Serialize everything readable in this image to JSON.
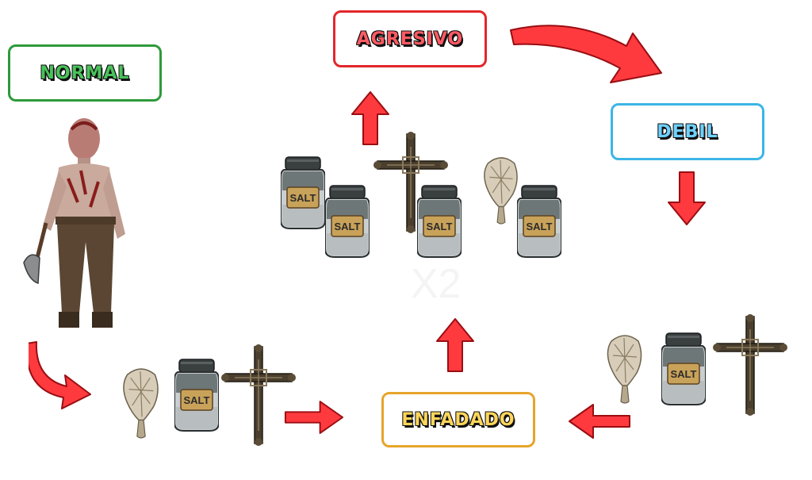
{
  "states": {
    "normal": "NORMAL",
    "agresivo": "AGRESIVO",
    "debil": "DEBIL",
    "enfadado": "ENFADADO"
  },
  "multiplier": "X2",
  "jar_label": "SALT",
  "icons": [
    "demon-figure-icon",
    "salt-jar-icon",
    "crucifix-icon",
    "sage-bundle-icon",
    "red-arrow-icon"
  ],
  "colors": {
    "normal": "#2e9a3a",
    "agresivo": "#e3262a",
    "debil": "#3cb5e6",
    "enfadado": "#e6a52a",
    "arrow": "#ff3a3f"
  }
}
